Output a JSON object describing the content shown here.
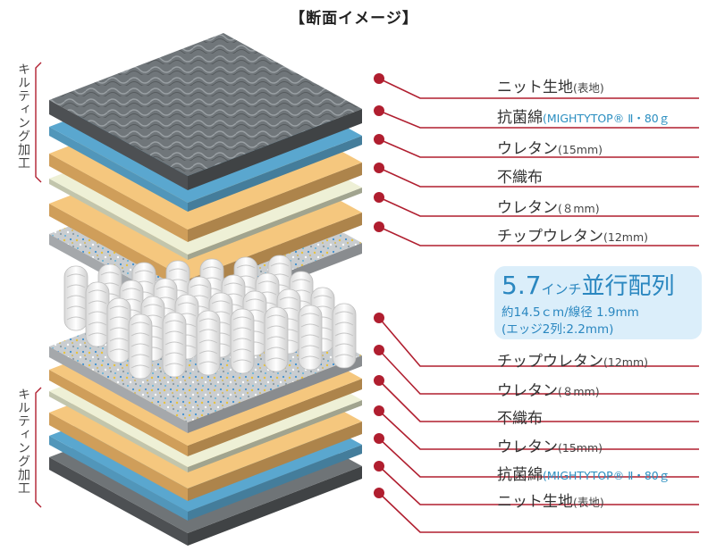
{
  "title": "【断面イメージ】",
  "side_labels": {
    "top": "キルティング加工",
    "bottom": "キルティング加工"
  },
  "upper_layers": [
    {
      "name": "ニット生地",
      "sub": "(表地)",
      "spec": ""
    },
    {
      "name": "抗菌綿",
      "sub": "",
      "spec": "(MIGHTYTOP® Ⅱ・80ｇ"
    },
    {
      "name": "ウレタン",
      "sub": "(15mm)",
      "spec": ""
    },
    {
      "name": "不織布",
      "sub": "",
      "spec": ""
    },
    {
      "name": "ウレタン",
      "sub": "(８mm)",
      "spec": ""
    },
    {
      "name": "チップウレタン",
      "sub": "(12mm)",
      "spec": ""
    }
  ],
  "spring": {
    "size": "5.7",
    "unit": "インチ",
    "name": "並行配列",
    "line1": "約14.5ｃm/線径 1.9mm",
    "line2": "(エッジ2列:2.2mm)"
  },
  "lower_layers": [
    {
      "name": "チップウレタン",
      "sub": "(12mm)",
      "spec": ""
    },
    {
      "name": "ウレタン",
      "sub": "(８mm)",
      "spec": ""
    },
    {
      "name": "不織布",
      "sub": "",
      "spec": ""
    },
    {
      "name": "ウレタン",
      "sub": "(15mm)",
      "spec": ""
    },
    {
      "name": "抗菌綿",
      "sub": "",
      "spec": "(MIGHTYTOP® Ⅱ・80ｇ"
    },
    {
      "name": "ニット生地",
      "sub": "(表地)",
      "spec": ""
    }
  ],
  "colors": {
    "leader": "#b01e2f",
    "knit": "#6f7477",
    "cotton": "#5aa7cf",
    "urethane": "#f5c77e",
    "nonwoven": "#eef0d6",
    "chip": "#c8cccf",
    "spring_text": "#2a87c0",
    "spring_box": "#dbeefa"
  }
}
